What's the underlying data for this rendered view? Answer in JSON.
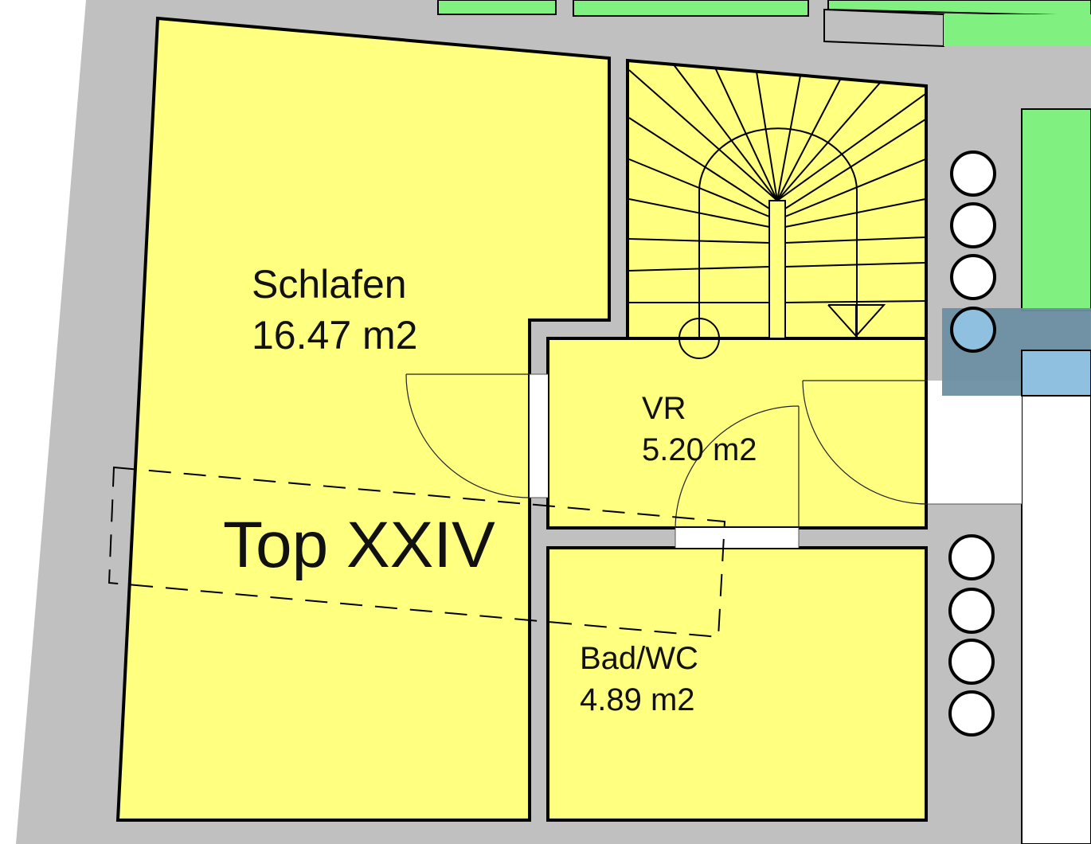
{
  "plan": {
    "unit_label": "Top XXIV",
    "rooms": [
      {
        "id": "schlafen",
        "name": "Schlafen",
        "area": "16.47 m2"
      },
      {
        "id": "vr",
        "name": "VR",
        "area": "5.20 m2"
      },
      {
        "id": "bad",
        "name": "Bad/WC",
        "area": "4.89 m2"
      }
    ],
    "colors": {
      "room_fill": "#ffff80",
      "wall_fill": "#c0c0c0",
      "garden_fill": "#80f080",
      "window_fill": "#90c0e0",
      "outline": "#000000",
      "background": "#ffffff"
    }
  }
}
